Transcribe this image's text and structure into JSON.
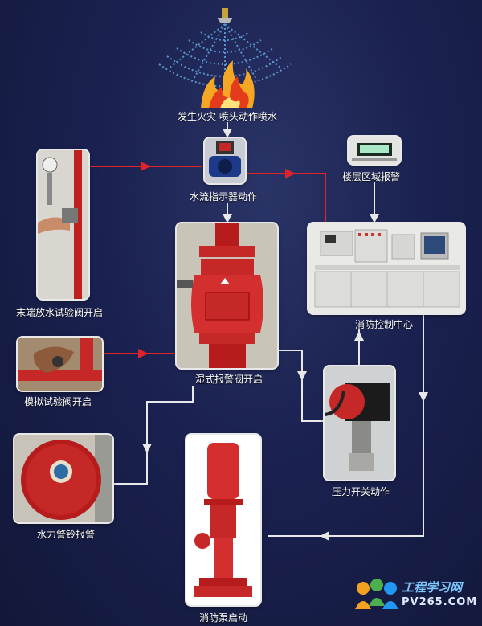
{
  "labels": {
    "fire": "发生火灾 喷头动作喷水",
    "flow": "水流指示器动作",
    "floor_alarm": "楼层区域报警",
    "end_valve": "末端放水试验阀开启",
    "control": "消防控制中心",
    "sim_valve": "模拟试验阀开启",
    "wet_valve": "湿式报警阀开启",
    "bell": "水力警铃报警",
    "pressure": "压力开关动作",
    "pump": "消防泵启动"
  },
  "watermark": {
    "title": "工程学习网",
    "url": "PV265.COM"
  },
  "colors": {
    "red_line": "#e0232a",
    "white_line": "#e8e8e8",
    "fire_red": "#e33b1c",
    "water_blue": "#5fa0d8"
  }
}
